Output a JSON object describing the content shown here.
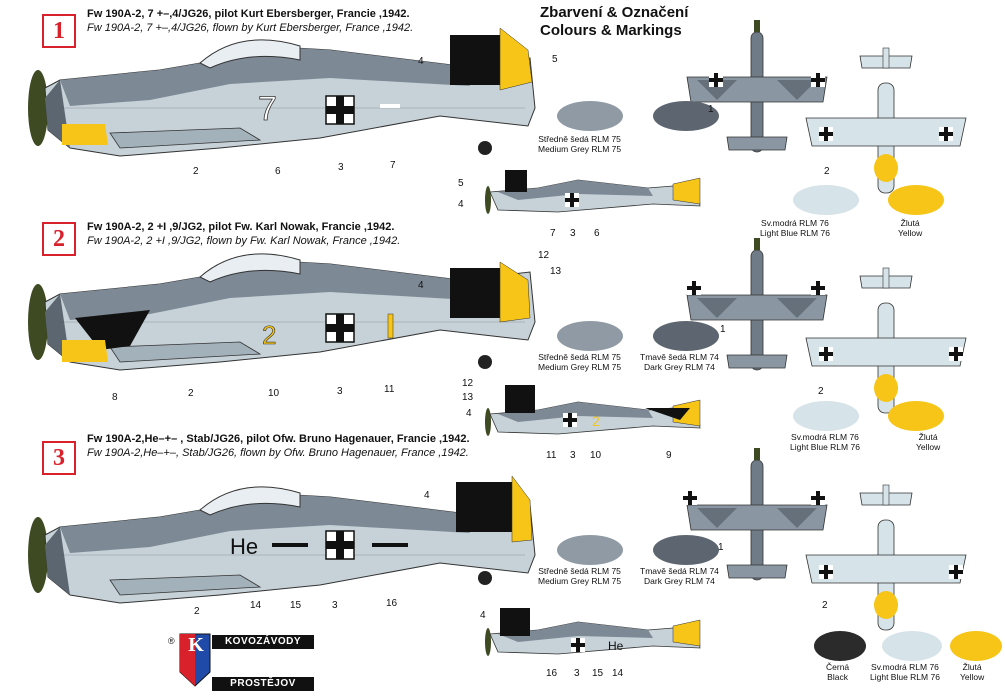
{
  "header": {
    "line1": "Zbarvení & Označení",
    "line2": "Colours & Markings"
  },
  "variants": [
    {
      "badge": "1",
      "title_cz": "Fw 190A-2, 7 +–,4/JG26, pilot Kurt Ebersberger, Francie ,1942.",
      "title_en": "Fw 190A-2, 7 +–,4/JG26, flown by Kurt Ebersberger, France ,1942.",
      "fuselage_code": "7"
    },
    {
      "badge": "2",
      "title_cz": "Fw 190A-2, 2 +I  ,9/JG2, pilot Fw. Karl Nowak, Francie ,1942.",
      "title_en": "Fw 190A-2, 2 +I  ,9/JG2, flown by Fw. Karl Nowak, France ,1942.",
      "fuselage_code": "2"
    },
    {
      "badge": "3",
      "title_cz": "Fw 190A-2,He–+–  , Stab/JG26, pilot  Ofw. Bruno Hagenauer, Francie ,1942.",
      "title_en": "Fw 190A-2,He–+–, Stab/JG26, flown by  Ofw. Bruno Hagenauer, France ,1942.",
      "fuselage_code": "He"
    }
  ],
  "swatches": {
    "rlm75": {
      "cz": "Středně šedá RLM 75",
      "en": "Medium Grey RLM 75",
      "color": "#8f9aa4"
    },
    "rlm74": {
      "cz": "Tmavě šedá RLM 74",
      "en": "Dark Grey RLM 74",
      "color": "#5d6670"
    },
    "rlm76": {
      "cz": "Sv.modrá RLM 76",
      "en": "Light Blue RLM 76",
      "color": "#d6e3e8"
    },
    "yellow": {
      "cz": "Žlutá",
      "en": "Yellow",
      "color": "#f6c518"
    },
    "black": {
      "cz": "Černá",
      "en": "Black",
      "color": "#2b2b2b"
    }
  },
  "callouts": {
    "v1": [
      "4",
      "5",
      "2",
      "6",
      "3",
      "7"
    ],
    "v1small": [
      "5",
      "4",
      "7",
      "3",
      "6"
    ],
    "v1top": [
      "1",
      "2"
    ],
    "v2": [
      "12",
      "13",
      "4",
      "8",
      "2",
      "10",
      "3",
      "11"
    ],
    "v2small": [
      "12",
      "13",
      "4",
      "11",
      "3",
      "10",
      "9"
    ],
    "v2top": [
      "1",
      "2"
    ],
    "v3": [
      "4",
      "2",
      "14",
      "15",
      "3",
      "16"
    ],
    "v3small": [
      "4",
      "16",
      "3",
      "15",
      "14"
    ],
    "v3top": [
      "1",
      "2"
    ]
  },
  "logo": {
    "top": "KOVOZÁVODY",
    "bottom": "PROSTĚJOV",
    "mark": "K",
    "reg": "®"
  },
  "colors": {
    "accent": "#d8212a",
    "prop": "#3d4a22",
    "rlm76": "#d6e3e8",
    "rlm75": "#8f9aa4",
    "rlm74": "#5d6670",
    "yellow": "#f6c518"
  }
}
